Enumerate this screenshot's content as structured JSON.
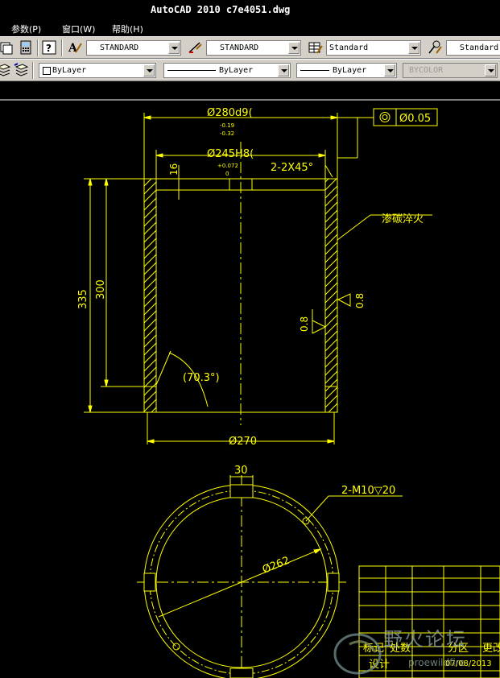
{
  "window": {
    "title": "AutoCAD 2010   c7e4051.dwg"
  },
  "menu": {
    "items": [
      "参数(P)",
      "窗口(W)",
      "帮助(H)"
    ]
  },
  "toolbar_styles": {
    "text_style": "STANDARD",
    "dim_style": "STANDARD",
    "table_style": "Standard",
    "multileader_style": "Standard"
  },
  "toolbar_layers": {
    "color": "ByLayer",
    "linetype": "ByLayer",
    "lineweight": "ByLayer",
    "plotstyle": "BYCOLOR"
  },
  "drawing": {
    "dims": {
      "outer_dia": "Ø280d9(",
      "outer_tol_upper": "-0.19",
      "outer_tol_lower": "-0.32",
      "inner_dia": "Ø245H8(",
      "inner_tol_upper": "+0.072",
      "inner_tol_lower": "0",
      "chamfer": "2-2X45°",
      "gdt_symbol": "◎",
      "gdt_value": "Ø0.05",
      "note_carburize": "渗碳淬火",
      "dim_16": "16",
      "dim_335": "335",
      "dim_300": "300",
      "rough_1": "0.8",
      "rough_2": "0.8",
      "angle": "(70.3°)",
      "bottom_dia": "Ø270",
      "dim_30": "30",
      "thread": "2-M10▽20",
      "circle_dia": "Ø262"
    },
    "title_block": {
      "mark": "标记",
      "count": "处数",
      "zone": "分区",
      "change": "更改",
      "design": "设计",
      "date": "07/08/2013"
    }
  },
  "watermark": {
    "chinese": "野火论坛",
    "latin": "proewildfire"
  },
  "colors": {
    "line": "#ffff00",
    "titlebar_text": "#ffffff",
    "toolbar": "#d4d0c8",
    "canvas": "#000000"
  }
}
